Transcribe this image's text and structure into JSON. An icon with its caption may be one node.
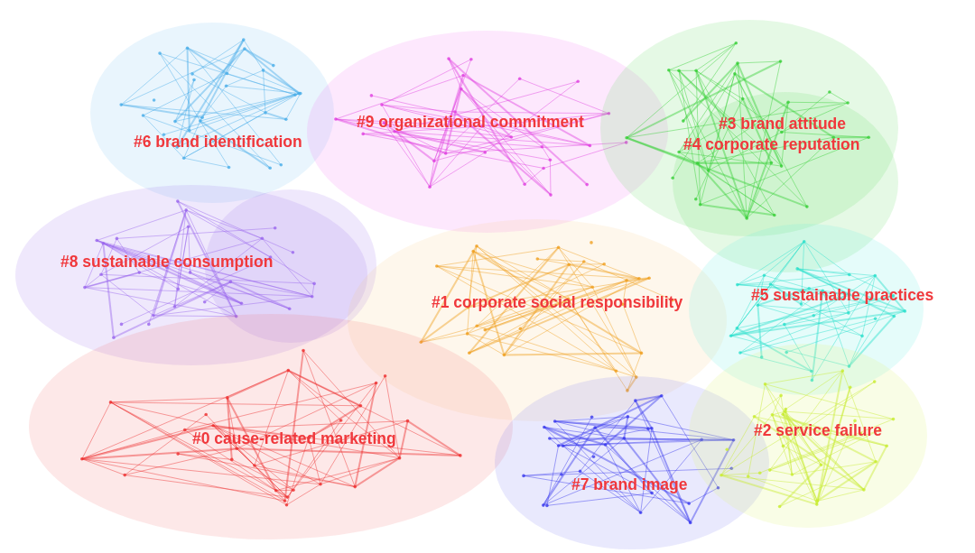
{
  "diagram": {
    "nodes": [
      {
        "text": [
          "#6 brand identification"
        ]
      },
      {
        "text": [
          "#9 organizational commitment"
        ]
      },
      {
        "text": [
          "#3 brand attitude",
          "#4 corporate reputation"
        ]
      },
      {
        "text": [
          "#8 sustainable consumption"
        ]
      },
      {
        "text": [
          "#1 corporate social responsibility"
        ]
      },
      {
        "text": [
          "#5 sustainable practices"
        ]
      },
      {
        "text": [
          "#0 cause-related marketing"
        ]
      },
      {
        "text": [
          "#7 brand image"
        ]
      },
      {
        "text": [
          "#2 service failure"
        ]
      }
    ]
  }
}
